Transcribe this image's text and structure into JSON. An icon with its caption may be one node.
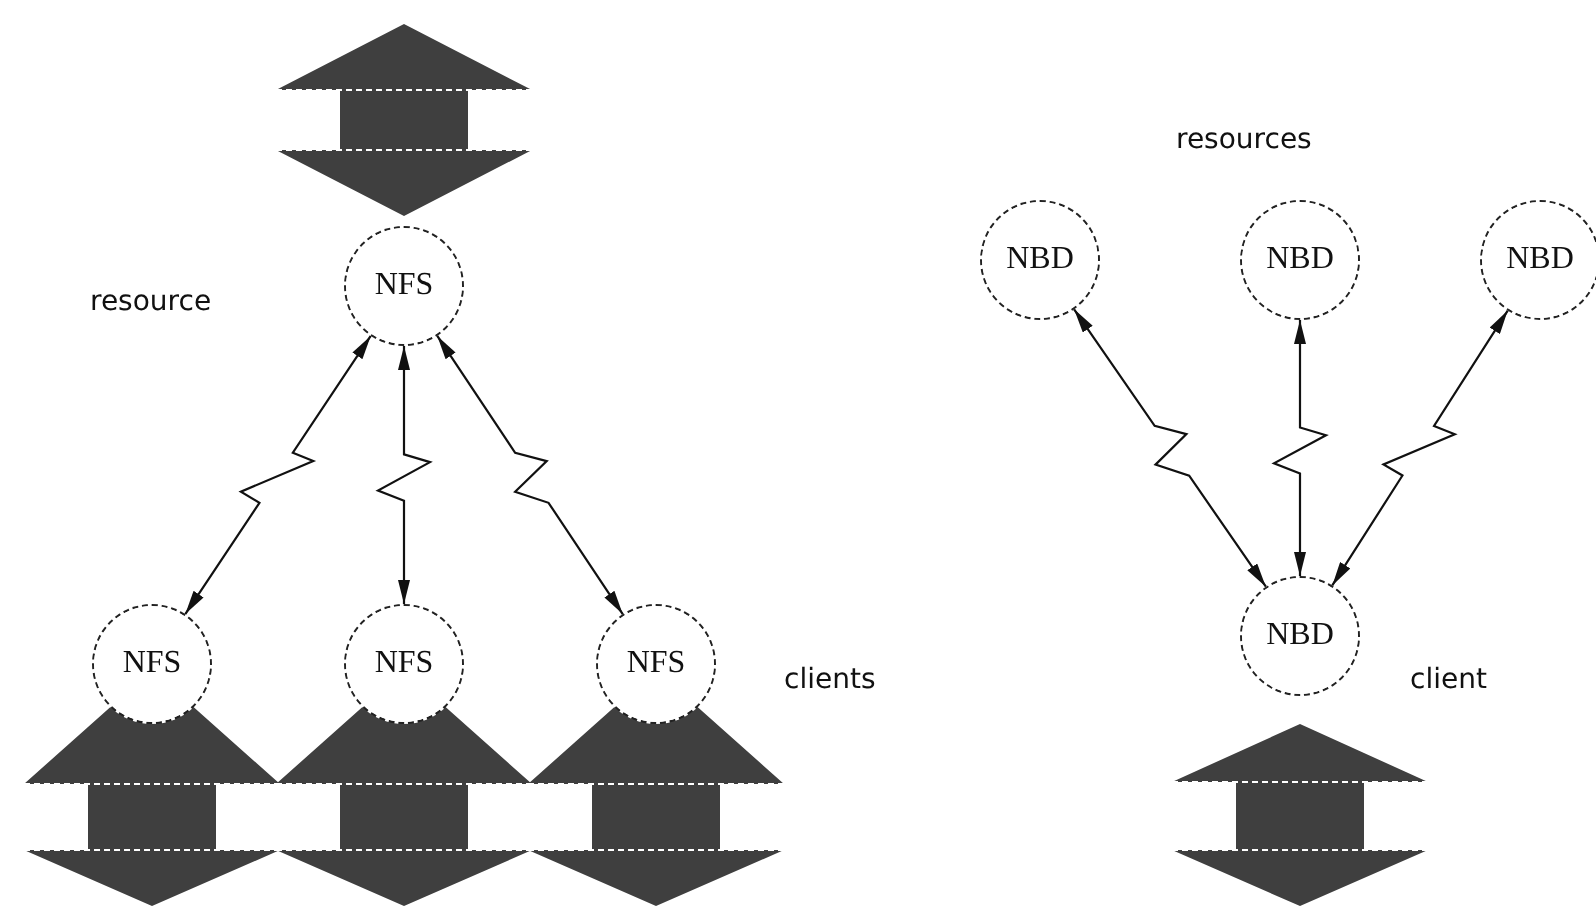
{
  "diagram": {
    "nodes": [
      {
        "text": [
          "NFS"
        ]
      },
      {
        "text": [
          "NFS"
        ]
      },
      {
        "text": [
          "NFS"
        ]
      },
      {
        "text": [
          "NFS"
        ]
      },
      {
        "text": [
          "NBD"
        ]
      },
      {
        "text": [
          "NBD"
        ]
      },
      {
        "text": [
          "NBD"
        ]
      },
      {
        "text": [
          "NBD"
        ]
      }
    ],
    "edges": [
      {
        "from": 0,
        "to": 1,
        "arrow": "both"
      },
      {
        "from": 0,
        "to": 2,
        "arrow": "both"
      },
      {
        "from": 0,
        "to": 3,
        "arrow": "both"
      },
      {
        "from": 4,
        "to": 7,
        "arrow": "both"
      },
      {
        "from": 5,
        "to": 7,
        "arrow": "both"
      },
      {
        "from": 6,
        "to": 7,
        "arrow": "both"
      }
    ],
    "labels": [
      "resource",
      "clients",
      "resources",
      "client"
    ]
  }
}
